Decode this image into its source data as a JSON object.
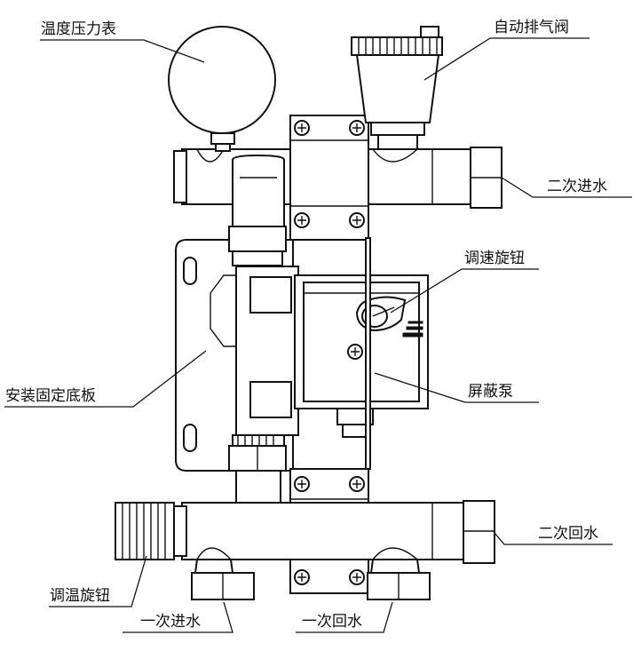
{
  "labels": {
    "gauge": "温度压力表",
    "air_vent": "自动排气阀",
    "secondary_inlet": "二次进水",
    "speed_knob": "调速旋钮",
    "mounting_plate": "安装固定底板",
    "shielded_pump": "屏蔽泵",
    "secondary_return": "二次回水",
    "temp_knob": "调温旋钮",
    "primary_inlet": "一次进水",
    "primary_return": "一次回水"
  }
}
